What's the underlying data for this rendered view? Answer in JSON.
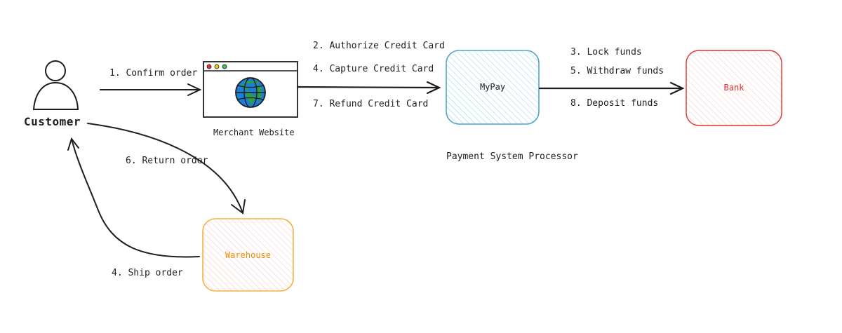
{
  "actors": {
    "customer": {
      "label": "Customer"
    }
  },
  "nodes": {
    "merchant": {
      "label": "Merchant Website"
    },
    "mypay": {
      "label": "MyPay",
      "caption": "Payment System Processor",
      "color": "#2f8fb5"
    },
    "bank": {
      "label": "Bank",
      "color": "#e03131"
    },
    "warehouse": {
      "label": "Warehouse",
      "color": "#f08c00"
    }
  },
  "edges": {
    "confirm_order": "1. Confirm order",
    "authorize": "2. Authorize Credit Card",
    "capture": "4. Capture Credit Card",
    "refund": "7. Refund Credit Card",
    "lock_funds": "3. Lock funds",
    "withdraw_funds": "5. Withdraw funds",
    "deposit_funds": "8. Deposit funds",
    "return_order": "6. Return order",
    "ship_order": "4. Ship order"
  }
}
